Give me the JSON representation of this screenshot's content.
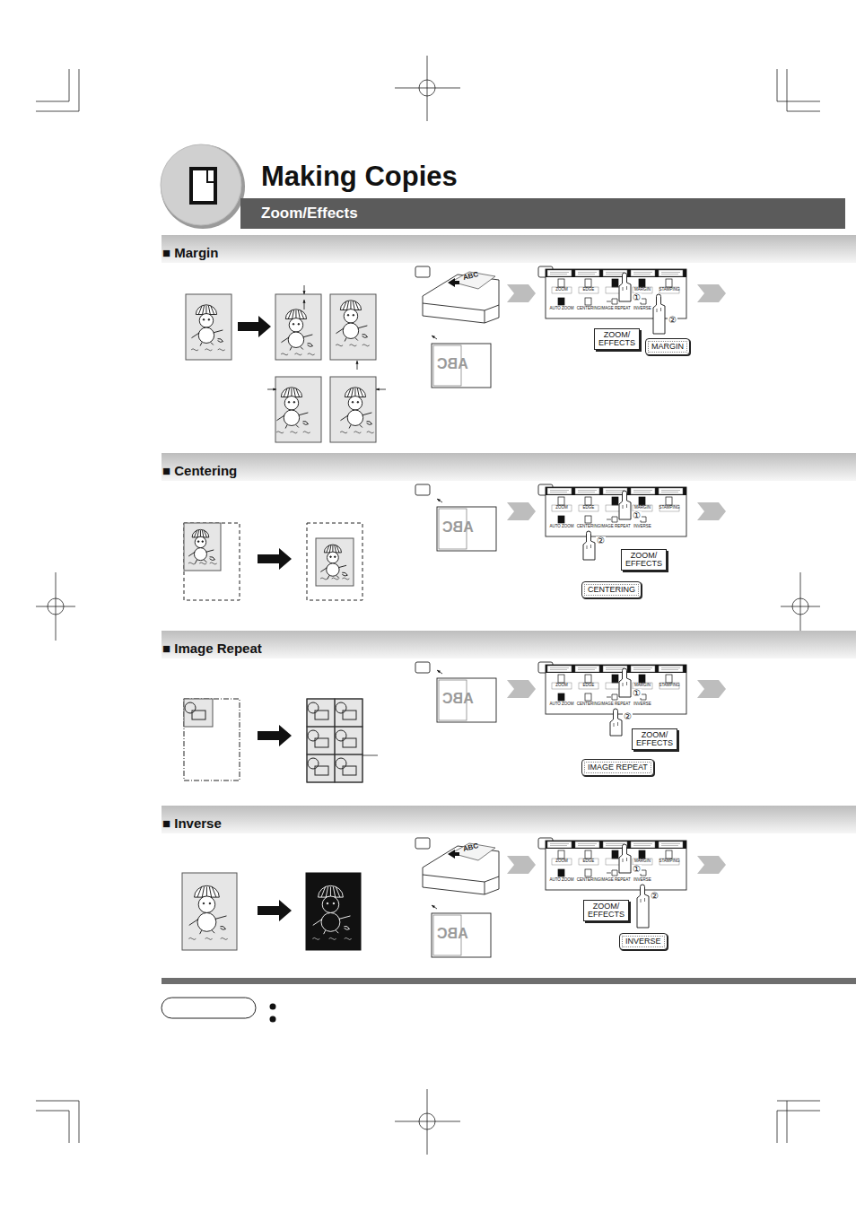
{
  "diagram": {
    "title": "Making Copies",
    "nodes": [
      {
        "text": [
          "Zoom/Effects"
        ]
      },
      {
        "text": [
          "■ Margin"
        ]
      },
      {
        "text": [
          "ZOOM/ EFFECTS"
        ]
      },
      {
        "text": [
          "MARGIN"
        ]
      },
      {
        "text": [
          "■ Centering"
        ]
      },
      {
        "text": [
          "ZOOM/ EFFECTS"
        ]
      },
      {
        "text": [
          "CENTERING"
        ]
      },
      {
        "text": [
          "■ Image Repeat"
        ]
      },
      {
        "text": [
          "ZOOM/ EFFECTS"
        ]
      },
      {
        "text": [
          "IMAGE REPEAT"
        ]
      },
      {
        "text": [
          "■ Inverse"
        ]
      },
      {
        "text": [
          "ZOOM/ EFFECTS"
        ]
      },
      {
        "text": [
          "INVERSE"
        ]
      }
    ],
    "labels": [
      "ABC",
      "ABC",
      "ZOOM",
      "EDGE",
      "MARGIN",
      "STAMPING",
      "AUTO ZOOM",
      "CENTERING",
      "IMAGE REPEAT",
      "INVERSE",
      "①",
      "②",
      "ABC",
      "ZOOM",
      "EDGE",
      "MARGIN",
      "STAMPING",
      "AUTO ZOOM",
      "CENTERING",
      "IMAGE REPEAT",
      "INVERSE",
      "①",
      "②",
      "ABC",
      "ZOOM",
      "EDGE",
      "MARGIN",
      "STAMPING",
      "AUTO ZOOM",
      "CENTERING",
      "IMAGE REPEAT",
      "INVERSE",
      "①",
      "②",
      "ABC",
      "ABC",
      "ZOOM",
      "EDGE",
      "MARGIN",
      "STAMPING",
      "AUTO ZOOM",
      "CENTERING",
      "IMAGE REPEAT",
      "INVERSE",
      "①",
      "②"
    ]
  }
}
